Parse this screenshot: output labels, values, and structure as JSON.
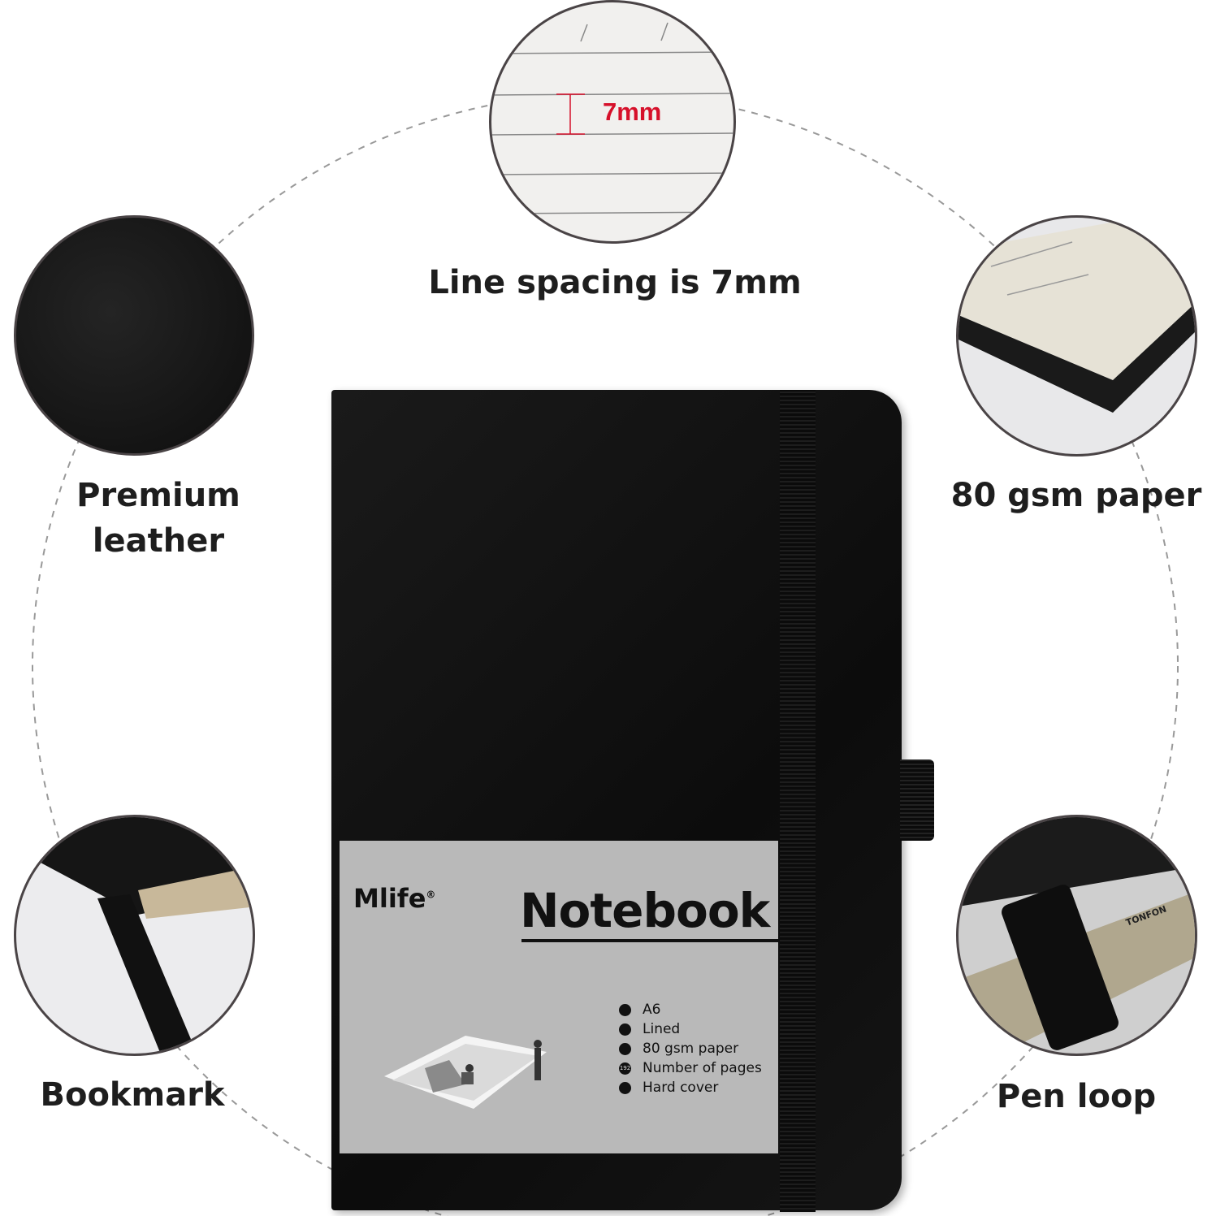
{
  "features": {
    "line_spacing": {
      "label": "Line spacing is 7mm",
      "measure": "7mm"
    },
    "leather": {
      "label_line1": "Premium",
      "label_line2": "leather"
    },
    "paper": {
      "label": "80 gsm paper"
    },
    "bookmark": {
      "label": "Bookmark"
    },
    "pen_loop": {
      "label": "Pen loop",
      "pen_brand": "TONFON"
    }
  },
  "notebook": {
    "brand": "Mlife",
    "brand_mark": "®",
    "title": "Notebook",
    "specs": [
      {
        "icon": "notebook-icon",
        "text": "A6",
        "badge": ""
      },
      {
        "icon": "lines-icon",
        "text": "Lined",
        "badge": ""
      },
      {
        "icon": "paper-icon",
        "text": "80 gsm paper",
        "badge": ""
      },
      {
        "icon": "pages-count-icon",
        "text": "Number of pages",
        "badge": "192"
      },
      {
        "icon": "hard-cover-icon",
        "text": "Hard cover",
        "badge": ""
      }
    ]
  },
  "colors": {
    "measure_red": "#d6102a",
    "leather": "#111111",
    "label_gray": "#b9b9b9"
  }
}
